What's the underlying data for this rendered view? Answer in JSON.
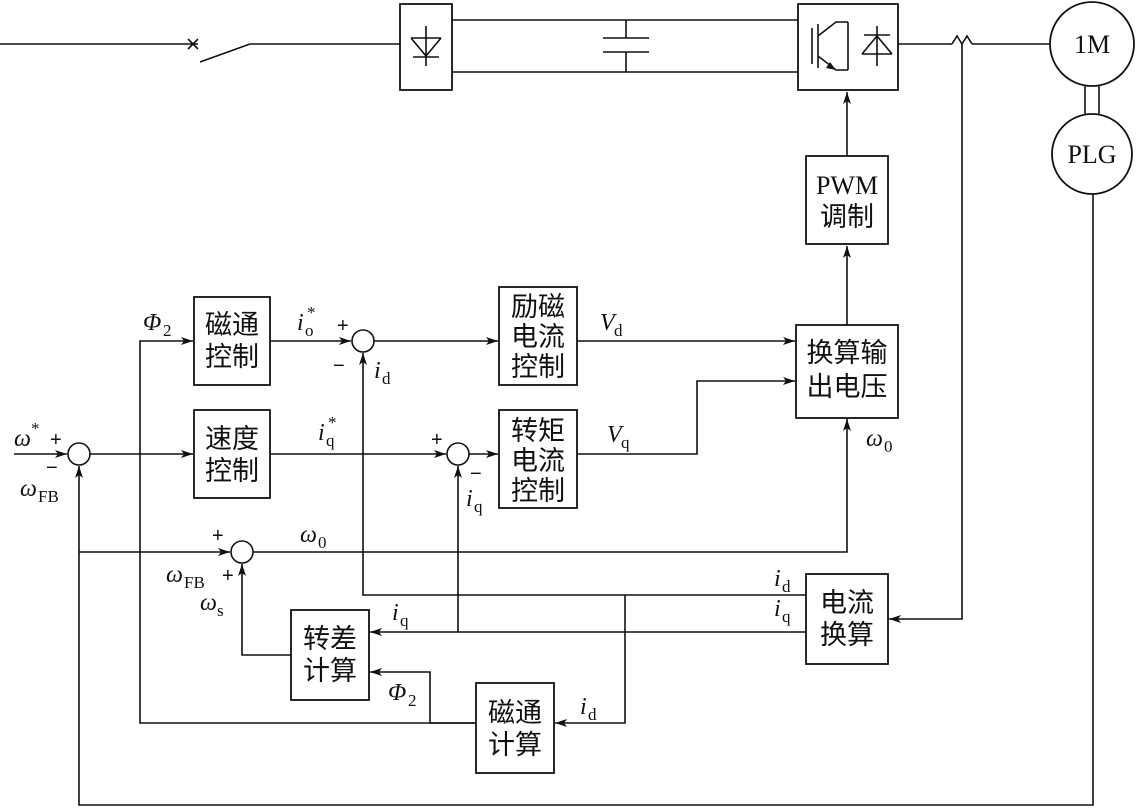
{
  "power": {
    "motor_label": "1M",
    "encoder_label": "PLG",
    "pwm_line1": "PWM",
    "pwm_line2": "调制"
  },
  "blocks": {
    "flux_control": [
      "磁通",
      "控制"
    ],
    "speed_control": [
      "速度",
      "控制"
    ],
    "excitation_current_control": [
      "励磁",
      "电流",
      "控制"
    ],
    "torque_current_control": [
      "转矩",
      "电流",
      "控制"
    ],
    "output_voltage_conversion": [
      "换算输",
      "出电压"
    ],
    "current_calculation": [
      "电流",
      "换算"
    ],
    "slip_calculation": [
      "转差",
      "计算"
    ],
    "flux_calculation": [
      "磁通",
      "计算"
    ]
  },
  "signals": {
    "phi2_main": "Φ",
    "phi2_main_sub": "2",
    "io_star": "i",
    "io_star_sub": "o",
    "io_star_sup": "*",
    "iq_star": "i",
    "iq_star_sub": "q",
    "iq_star_sup": "*",
    "vd": "V",
    "vd_sub": "d",
    "vq": "V",
    "vq_sub": "q",
    "id_fb": "i",
    "id_fb_sub": "d",
    "iq_fb": "i",
    "iq_fb_sub": "q",
    "omega_ref": "ω",
    "omega_ref_sup": "*",
    "omega_fb_a": "ω",
    "omega_fb_a_sub": "FB",
    "omega_fb_b": "ω",
    "omega_fb_b_sub": "FB",
    "omega0_a": "ω",
    "omega0_a_sub": "0",
    "omega0_b": "ω",
    "omega0_b_sub": "0",
    "omega_s": "ω",
    "omega_s_sub": "s",
    "id_out": "i",
    "id_out_sub": "d",
    "iq_out": "i",
    "iq_out_sub": "q",
    "iq_slip": "i",
    "iq_slip_sub": "q",
    "phi2_slip": "Φ",
    "phi2_slip_sub": "2",
    "id_flux": "i",
    "id_flux_sub": "d"
  },
  "signs": {
    "plus": "+",
    "minus": "−"
  }
}
